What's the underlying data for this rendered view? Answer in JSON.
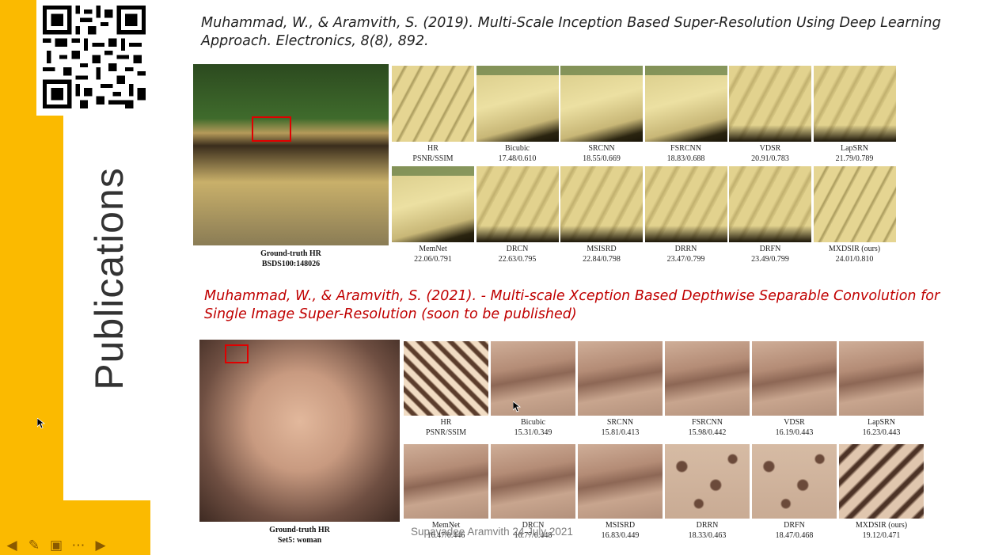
{
  "slide": {
    "title": "Publications",
    "footer": "Supavadee Aramvith 24 July 2021",
    "accent_color": "#fbba00"
  },
  "citation1": {
    "authors_pre": "Muhammad, W., & ",
    "authors_bold": "Aramvith, S.",
    "year_part": " (2019). Multi-Scale Inception Based ",
    "title_bold": "Super-Resolution",
    "rest": " Using Deep Learning Approach. Electronics, 8(8), 892.",
    "color": "#222222"
  },
  "citation2": {
    "authors_pre": "Muhammad, W., & ",
    "authors_bold": "Aramvith, S.",
    "rest": " (2021). - Multi-scale Xception Based Depthwise Separable Convolution for Single Image Super-Resolution (soon to be published)",
    "color": "#c00000"
  },
  "figure1": {
    "main_caption_line1": "Ground-truth HR",
    "main_caption_line2": "BSDS100:148026",
    "tiles": [
      {
        "method": "HR",
        "score": "PSNR/SSIM"
      },
      {
        "method": "Bicubic",
        "score": "17.48/0.610"
      },
      {
        "method": "SRCNN",
        "score": "18.55/0.669"
      },
      {
        "method": "FSRCNN",
        "score": "18.83/0.688"
      },
      {
        "method": "VDSR",
        "score": "20.91/0.783"
      },
      {
        "method": "LapSRN",
        "score": "21.79/0.789"
      },
      {
        "method": "MemNet",
        "score": "22.06/0.791"
      },
      {
        "method": "DRCN",
        "score": "22.63/0.795"
      },
      {
        "method": "MSISRD",
        "score": "22.84/0.798"
      },
      {
        "method": "DRRN",
        "score": "23.47/0.799"
      },
      {
        "method": "DRFN",
        "score": "23.49/0.799"
      },
      {
        "method": "MXDSIR (ours)",
        "score": "24.01/0.810"
      }
    ]
  },
  "figure2": {
    "main_caption_line1": "Ground-truth HR",
    "main_caption_line2": "Set5: woman",
    "tiles": [
      {
        "method": "HR",
        "score": "PSNR/SSIM"
      },
      {
        "method": "Bicubic",
        "score": "15.31/0.349"
      },
      {
        "method": "SRCNN",
        "score": "15.81/0.413"
      },
      {
        "method": "FSRCNN",
        "score": "15.98/0.442"
      },
      {
        "method": "VDSR",
        "score": "16.19/0.443"
      },
      {
        "method": "LapSRN",
        "score": "16.23/0.443"
      },
      {
        "method": "MemNet",
        "score": "16.47/0.446"
      },
      {
        "method": "DRCN",
        "score": "16.77/0.448"
      },
      {
        "method": "MSISRD",
        "score": "16.83/0.449"
      },
      {
        "method": "DRRN",
        "score": "18.33/0.463"
      },
      {
        "method": "DRFN",
        "score": "18.47/0.468"
      },
      {
        "method": "MXDSIR (ours)",
        "score": "19.12/0.471"
      }
    ]
  },
  "nav": {
    "icons": [
      "arrow-left-icon",
      "pen-icon",
      "subtitles-icon",
      "more-icon",
      "arrow-right-icon"
    ]
  }
}
